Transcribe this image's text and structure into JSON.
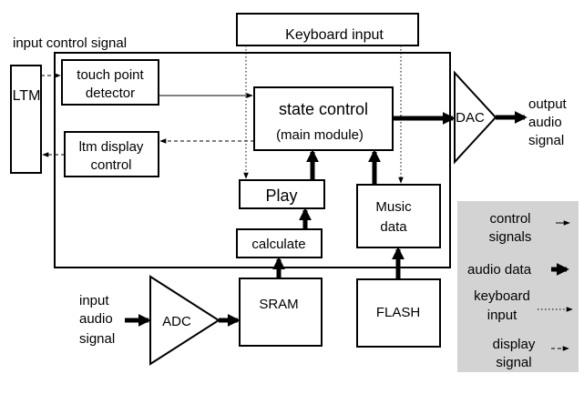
{
  "labels": {
    "input_control_signal": "input control signal",
    "ltm": "LTM",
    "keyboard_input": "Keyboard input",
    "touch_point_detector_line1": "touch point",
    "touch_point_detector_line2": "detector",
    "ltm_display_control_line1": "ltm display",
    "ltm_display_control_line2": "control",
    "state_control_line1": "state control",
    "state_control_line2": "(main module)",
    "play": "Play",
    "calculate": "calculate",
    "music_data_line1": "Music",
    "music_data_line2": "data",
    "dac": "DAC",
    "output_line1": "output",
    "output_line2": "audio",
    "output_line3": "signal",
    "input_line1": "input",
    "input_line2": "audio",
    "input_line3": "signal",
    "adc": "ADC",
    "sram": "SRAM",
    "flash": "FLASH"
  },
  "legend": {
    "control_line1": "control",
    "control_line2": "signals",
    "audio_data": "audio data",
    "keyboard_line1": "keyboard",
    "keyboard_line2": "input",
    "display_line1": "display",
    "display_line2": "signal"
  },
  "colors": {
    "legend_background": "#d3d3d3",
    "line": "#000000"
  }
}
